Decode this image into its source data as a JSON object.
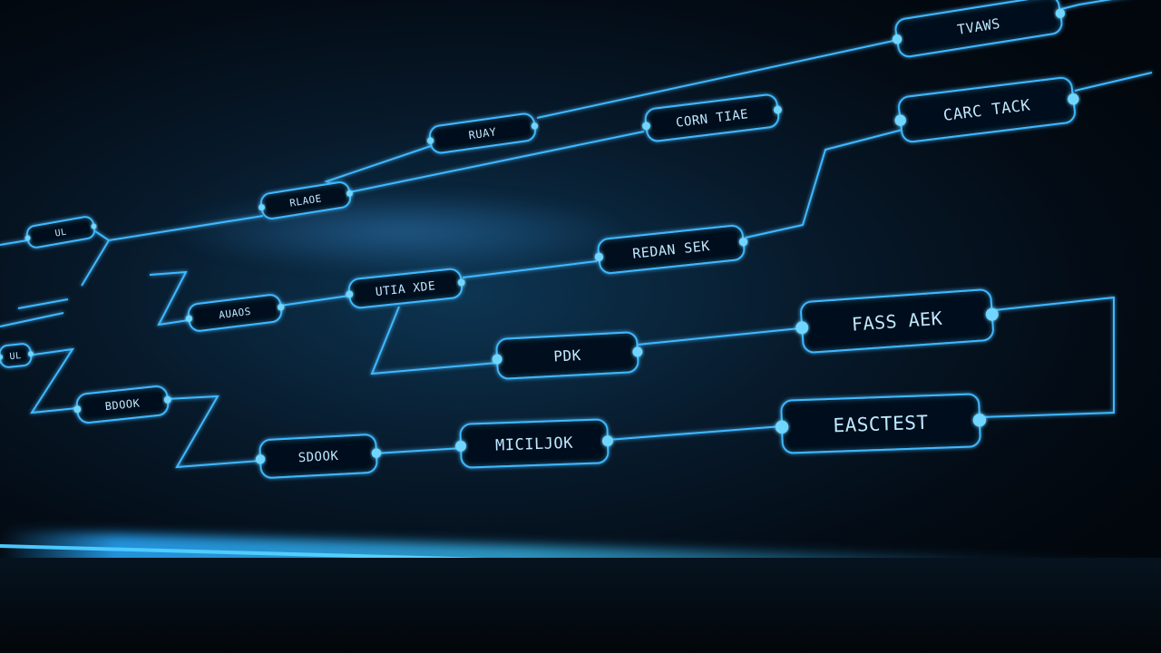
{
  "diagram": {
    "accent_color": "#3fb8ff",
    "node_fill": "#05121e",
    "nodes": [
      {
        "id": "n_tvaws",
        "label": "TVAWS"
      },
      {
        "id": "n_carc_tack",
        "label": "CARC TACK"
      },
      {
        "id": "n_corn_tiae",
        "label": "CORN TIAE"
      },
      {
        "id": "n_ruay",
        "label": "RUAY"
      },
      {
        "id": "n_rlaoe",
        "label": "RLAOE"
      },
      {
        "id": "n_ul_mid",
        "label": "UL"
      },
      {
        "id": "n_ul_left",
        "label": "UL"
      },
      {
        "id": "n_redan_sek",
        "label": "REDAN SEK"
      },
      {
        "id": "n_utia_xde",
        "label": "UTIA XDE"
      },
      {
        "id": "n_auaos",
        "label": "AUAOS"
      },
      {
        "id": "n_fass_aek",
        "label": "FASS AEK"
      },
      {
        "id": "n_pdk",
        "label": "PDK"
      },
      {
        "id": "n_bdook",
        "label": "BDOOK"
      },
      {
        "id": "n_easctest",
        "label": "EASCTEST"
      },
      {
        "id": "n_mciljok",
        "label": "MICILJOK"
      },
      {
        "id": "n_sdook",
        "label": "SDOOK"
      }
    ]
  }
}
